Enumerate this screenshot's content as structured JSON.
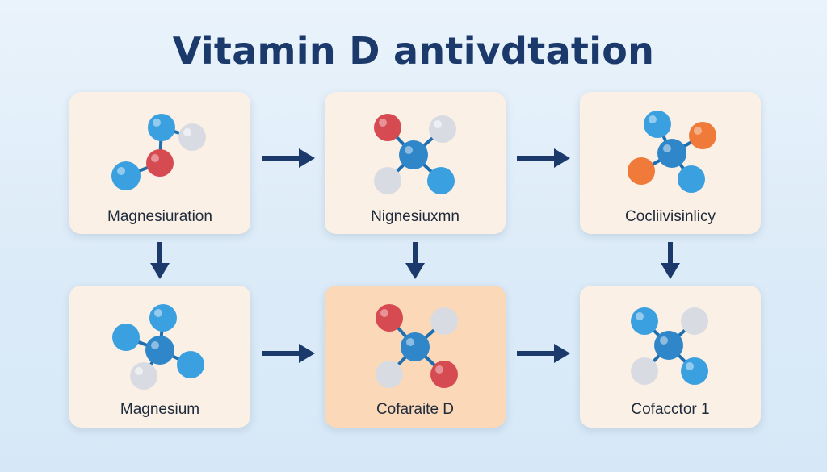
{
  "title": "Vitamin D antivdtation",
  "colors": {
    "title": "#1b3a6b",
    "card": "#faf0e6",
    "card_highlight": "#fad8b8",
    "arrow": "#1b3a6b",
    "atom_blue": "#3aa0e0",
    "atom_red": "#d64a52",
    "atom_white": "#d8dce2",
    "atom_orange": "#ef7a3a"
  },
  "cards": [
    {
      "label": "Magnesiuration",
      "highlight": false
    },
    {
      "label": "Nignesiuxmn",
      "highlight": false
    },
    {
      "label": "Cocliivisinlicy",
      "highlight": false
    },
    {
      "label": "Magnesium",
      "highlight": false
    },
    {
      "label": "Cofaraite D",
      "highlight": true
    },
    {
      "label": "Cofacctor 1",
      "highlight": false
    }
  ],
  "arrows": [
    {
      "icon": "arrow-right-icon"
    },
    {
      "icon": "arrow-right-icon"
    },
    {
      "icon": "arrow-down-icon"
    },
    {
      "icon": "arrow-down-icon"
    },
    {
      "icon": "arrow-down-icon"
    },
    {
      "icon": "arrow-right-icon"
    },
    {
      "icon": "arrow-right-icon"
    }
  ]
}
